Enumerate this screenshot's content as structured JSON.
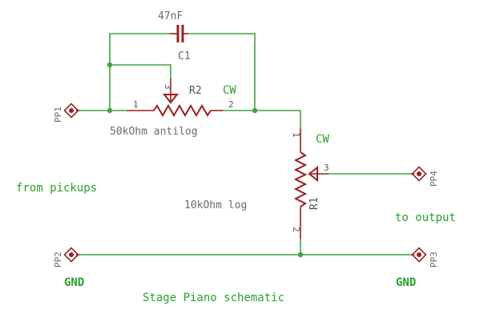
{
  "title": "Stage Piano schematic",
  "labels": {
    "from_pickups": "from pickups",
    "to_output": "to output",
    "gnd_left": "GND",
    "gnd_right": "GND"
  },
  "components": {
    "c1": {
      "name": "C1",
      "value": "47nF"
    },
    "r2": {
      "name": "R2",
      "value": "50kOhm antilog",
      "cw": "CW",
      "pin1": "1",
      "pin2": "2",
      "pin3": "3"
    },
    "r1": {
      "name": "R1",
      "value": "10kOhm log",
      "cw": "CW",
      "pin1": "1",
      "pin2": "2",
      "pin3": "3"
    }
  },
  "pads": {
    "pp1": "PP1",
    "pp2": "PP2",
    "pp3": "PP3",
    "pp4": "PP4"
  },
  "colors": {
    "wire": "#3fa53f",
    "component": "#9a1f1f",
    "label_green": "#2aa12a",
    "text_gray": "#6b6b6b"
  }
}
